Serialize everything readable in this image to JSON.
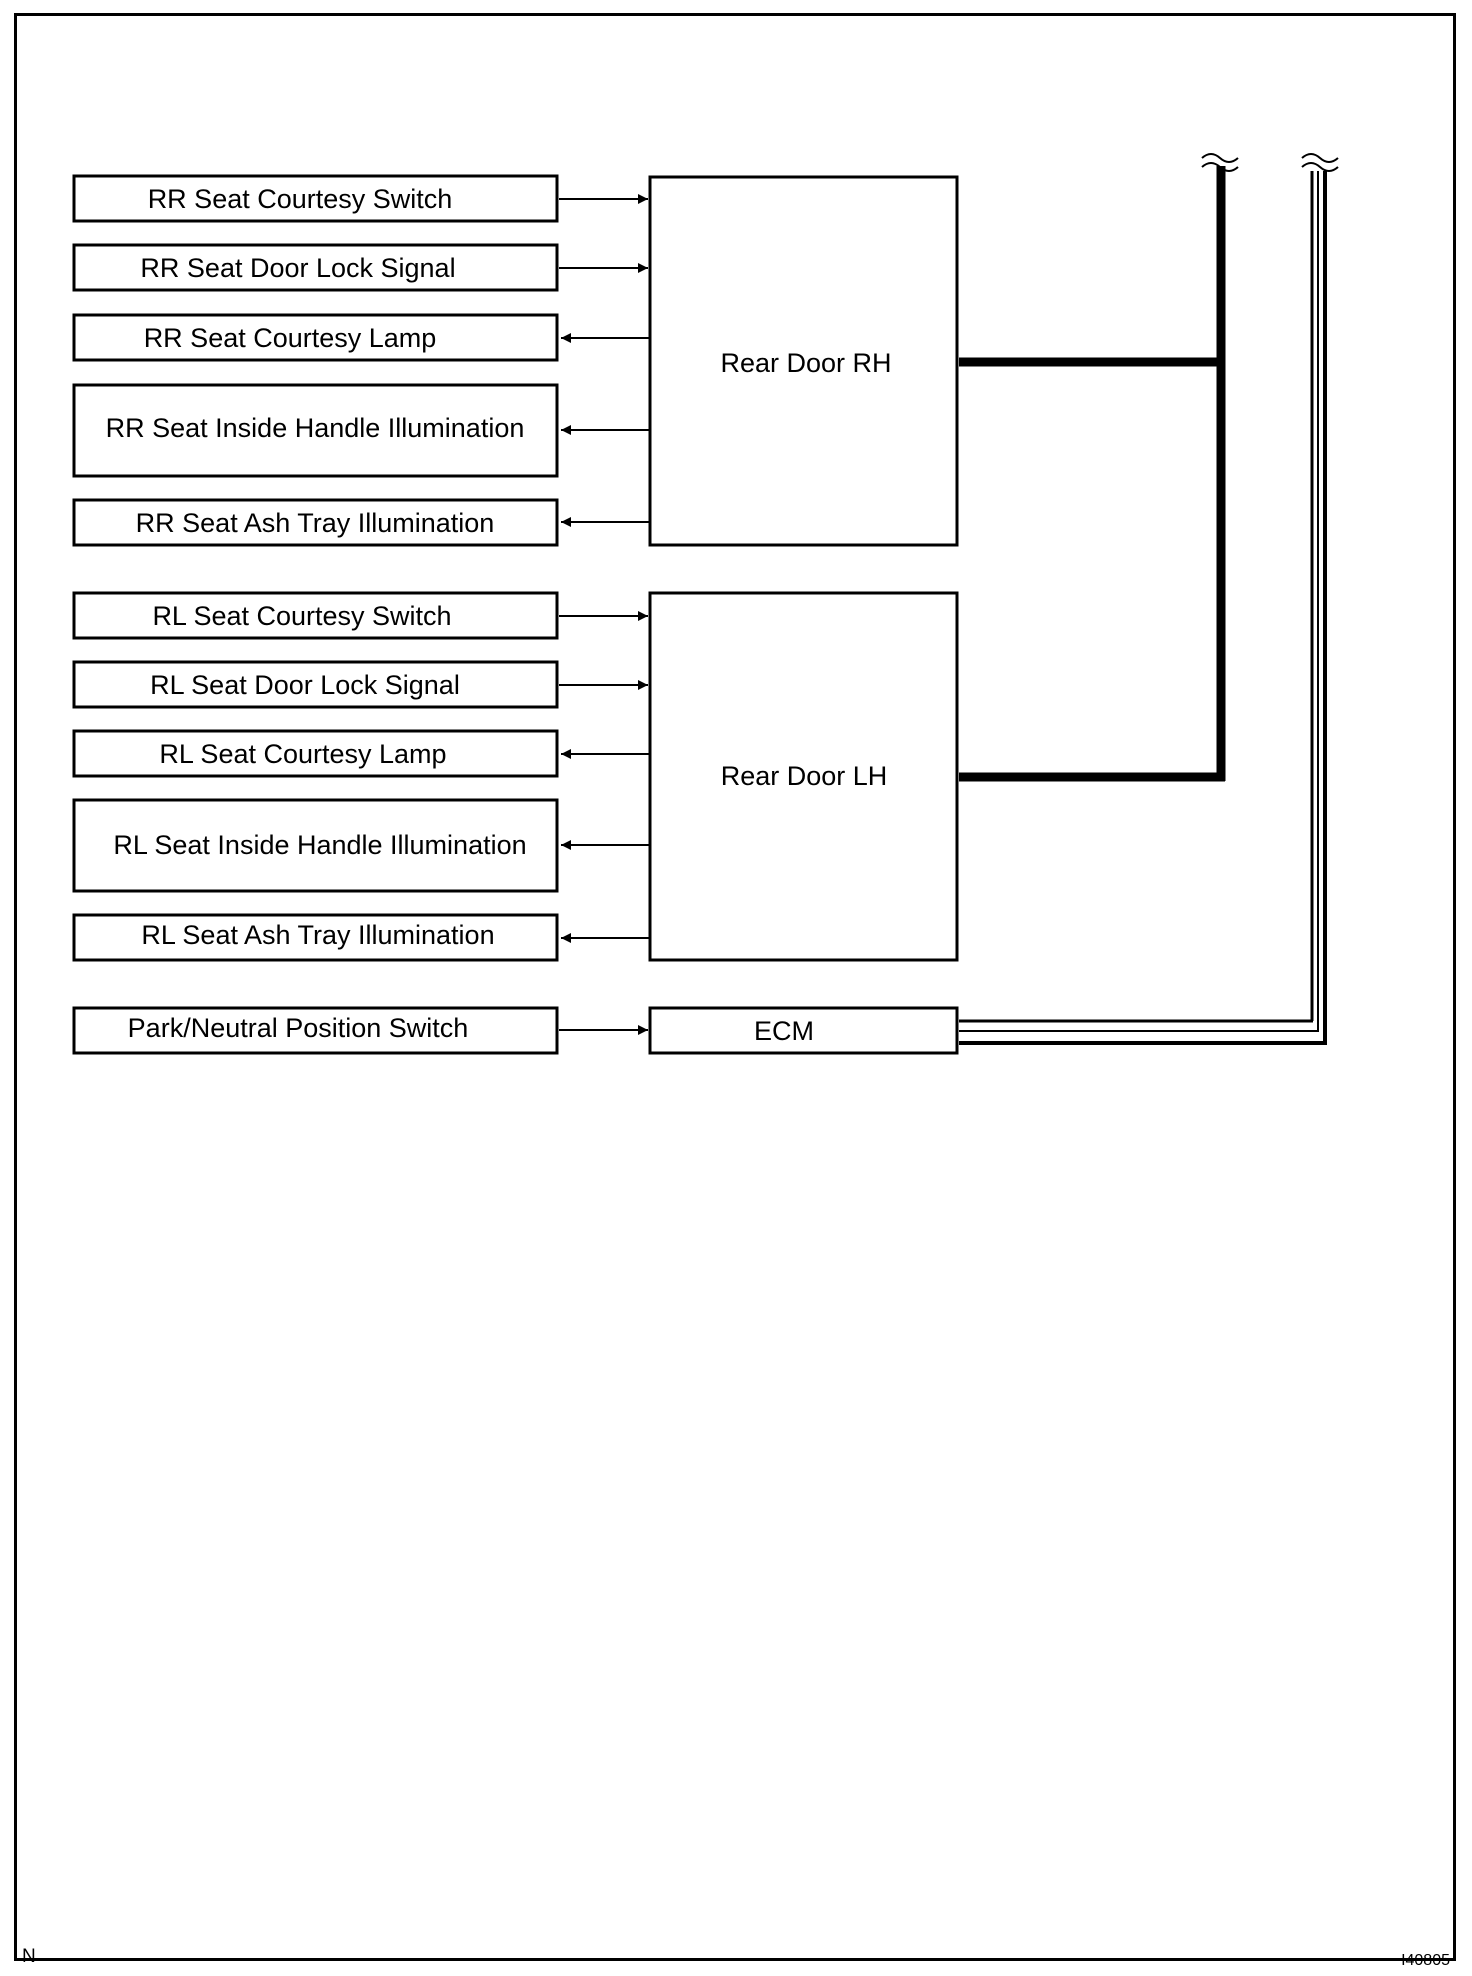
{
  "modules": {
    "rear_door_rh": "Rear Door RH",
    "rear_door_lh": "Rear Door LH",
    "ecm": "ECM"
  },
  "rh_signals": [
    {
      "label": "RR Seat Courtesy Switch",
      "direction": "input"
    },
    {
      "label": "RR Seat Door Lock Signal",
      "direction": "input"
    },
    {
      "label": "RR Seat Courtesy Lamp",
      "direction": "output"
    },
    {
      "label": "RR Seat Inside Handle Illumination",
      "direction": "output"
    },
    {
      "label": "RR Seat Ash Tray Illumination",
      "direction": "output"
    }
  ],
  "lh_signals": [
    {
      "label": "RL Seat Courtesy Switch",
      "direction": "input"
    },
    {
      "label": "RL Seat Door Lock Signal",
      "direction": "input"
    },
    {
      "label": "RL Seat Courtesy Lamp",
      "direction": "output"
    },
    {
      "label": "RL Seat Inside Handle Illumination",
      "direction": "output"
    },
    {
      "label": "RL Seat Ash Tray Illumination",
      "direction": "output"
    }
  ],
  "ecm_signals": [
    {
      "label": "Park/Neutral Position Switch",
      "direction": "input"
    }
  ],
  "corner": {
    "left": "N",
    "right": "I40805"
  }
}
